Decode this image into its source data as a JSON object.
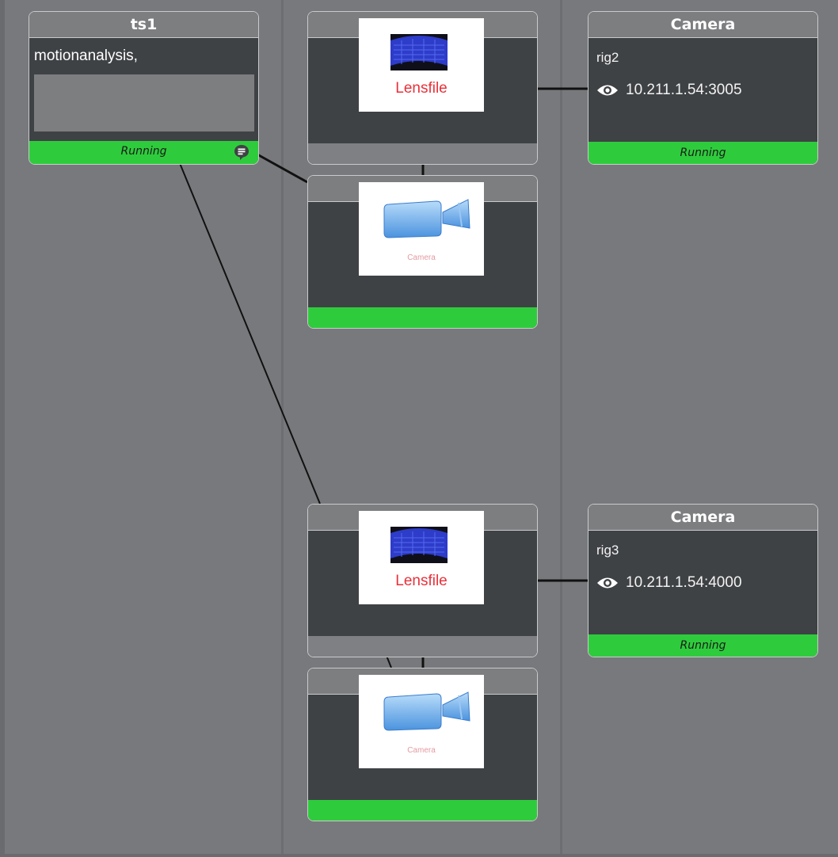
{
  "nodes": {
    "ts1": {
      "title": "ts1",
      "text": "motionanalysis,",
      "status": "Running"
    },
    "rig2": {
      "title": "rig2",
      "image_label": "Lensfile"
    },
    "rig1": {
      "title": "rig1",
      "image_label": "Camera"
    },
    "camera_top": {
      "title": "Camera",
      "rig": "rig2",
      "address": "10.211.1.54:3005",
      "status": "Running"
    },
    "rig3": {
      "title": "rig3",
      "image_label": "Lensfile"
    },
    "camera_bottom": {
      "title": "Camera",
      "rig": "rig3",
      "address": "10.211.1.54:4000",
      "status": "Running"
    },
    "libero": {
      "title": "libero",
      "image_label": "Camera"
    }
  },
  "colors": {
    "background": "#78797c",
    "node_body": "#3f4245",
    "node_header": "#7d7e80",
    "running_green": "#2ecc3c",
    "lensfile_red": "#e8313a"
  },
  "icons": {
    "eye": "eye-icon",
    "chat": "chat-bubble-icon",
    "camera": "camera-icon",
    "lens": "lens-icon"
  }
}
